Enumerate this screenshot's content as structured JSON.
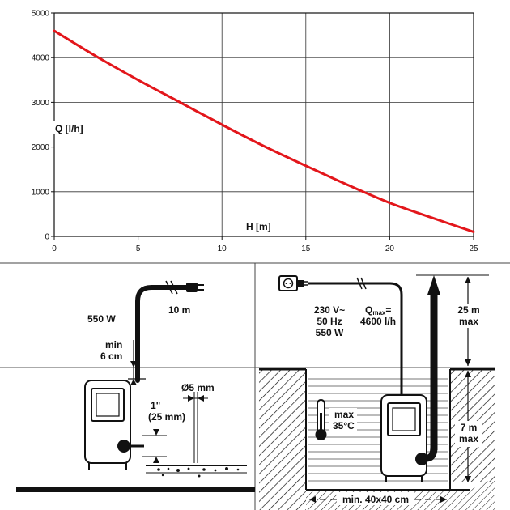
{
  "chart_data": {
    "type": "line",
    "xlabel": "H [m]",
    "ylabel": "Q [l/h]",
    "xlim": [
      0,
      25
    ],
    "ylim": [
      0,
      5000
    ],
    "x_ticks": [
      "0",
      "5",
      "10",
      "15",
      "20",
      "25"
    ],
    "y_ticks": [
      "0",
      "1000",
      "2000",
      "3000",
      "4000",
      "5000"
    ],
    "grid": true,
    "series": [
      {
        "color": "#e3161b",
        "x": [
          0,
          2.5,
          5,
          7.5,
          10,
          12.5,
          15,
          17.5,
          20,
          22.5,
          25
        ],
        "y": [
          4600,
          4030,
          3500,
          3000,
          2500,
          2020,
          1580,
          1150,
          750,
          420,
          100
        ]
      }
    ]
  },
  "left_diagram": {
    "power": "550 W",
    "cable": "10 m",
    "min_depth_1": "min",
    "min_depth_2": "6 cm",
    "hole": "Ø5 mm",
    "outlet_1": "1\"",
    "outlet_2": "(25 mm)"
  },
  "right_diagram": {
    "spec_1": "230 V~",
    "spec_2": "50 Hz",
    "spec_3": "550 W",
    "qmax_prefix": "Q",
    "qmax_sub": "max",
    "qmax_suffix": "=",
    "qmax_value": "4600  l/h",
    "lift_1": "25 m",
    "lift_2": "max",
    "depth_1": "7 m",
    "depth_2": "max",
    "temp_1": "max",
    "temp_2": "35°C",
    "shaft": "min. 40x40 cm"
  },
  "colors": {
    "curve": "#e3161b",
    "ink": "#111111",
    "grid": "#333333"
  }
}
